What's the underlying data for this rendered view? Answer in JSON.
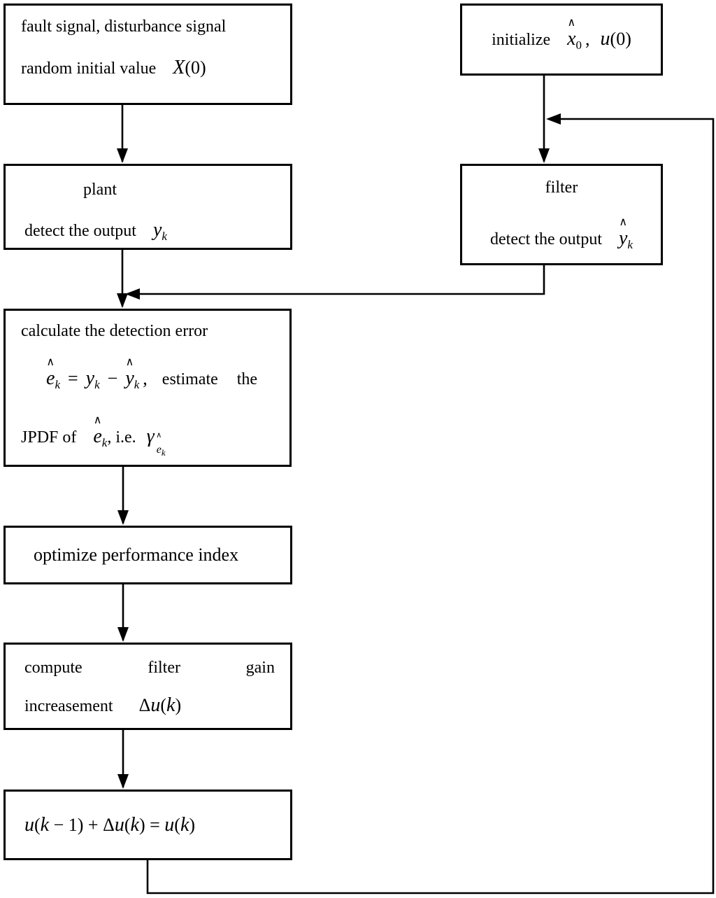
{
  "colors": {
    "ink": "#000000",
    "background": "#ffffff"
  },
  "math": {
    "hat": "∧"
  },
  "boxes": {
    "fault": {
      "line1": "fault signal, disturbance signal",
      "line2_text": "random initial value",
      "x_var": "X",
      "x_arg": "(0)"
    },
    "initialize": {
      "label": "initialize",
      "x_var": "x",
      "x_sub": "0",
      "comma": ",",
      "u_var": "u",
      "u_arg": "(0)"
    },
    "plant": {
      "title": "plant",
      "line2_text": "detect the output",
      "y_var": "y",
      "y_sub": "k"
    },
    "filter": {
      "title": "filter",
      "line2_text": "detect the output",
      "y_var": "y",
      "y_sub": "k"
    },
    "calculate": {
      "line1": "calculate the detection error",
      "e_var": "e",
      "sub_k": "k",
      "equals": "=",
      "y_var": "y",
      "minus": "−",
      "comma": ",",
      "estimate": "estimate",
      "the": "the",
      "line3_prefix": "JPDF of",
      "ie": ", i.e.",
      "gamma": "γ"
    },
    "optimize": {
      "label": "optimize performance index"
    },
    "compute": {
      "word1": "compute",
      "word2": "filter",
      "word3": "gain",
      "line2_text": "increasement",
      "delta": "Δ",
      "u_var": "u",
      "lparen": "(",
      "k_var": "k",
      "rparen": ")"
    },
    "update": {
      "u1": "u",
      "p1": "(",
      "k1": "k",
      "m1": " − 1) + Δ",
      "u2": "u",
      "p2": "(",
      "k2": "k",
      "m2": ") = ",
      "u3": "u",
      "p3": "(",
      "k3": "k",
      "p4": ")"
    }
  }
}
